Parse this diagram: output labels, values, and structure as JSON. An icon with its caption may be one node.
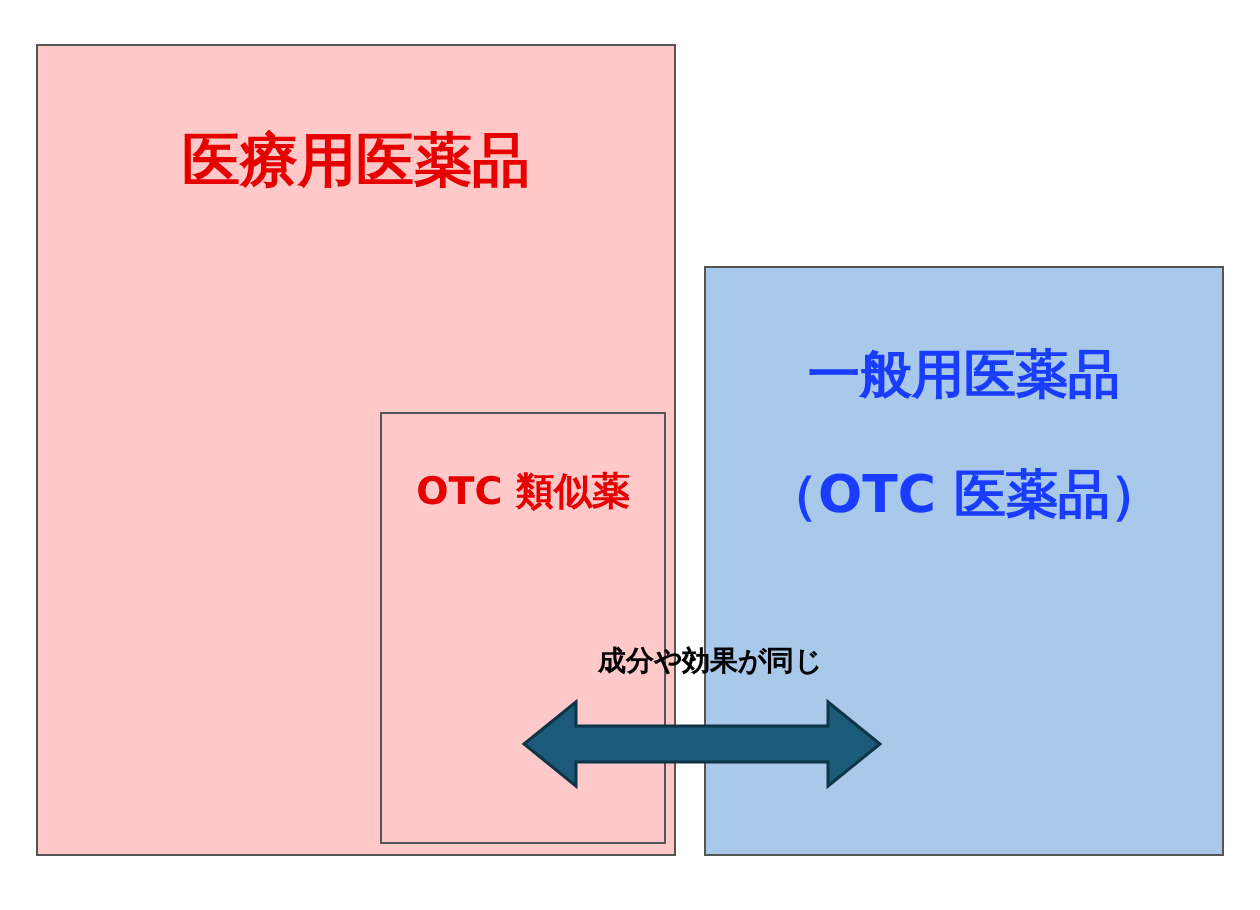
{
  "diagram": {
    "nodes": [
      {
        "text": [
          "医療用医薬品"
        ]
      },
      {
        "text": [
          "OTC 類似薬"
        ],
        "in": 0
      },
      {
        "text": [
          "一般用医薬品",
          "（OTC 医薬品）"
        ]
      }
    ],
    "edges": [
      {
        "from": 1,
        "to": 2,
        "arrow": "both",
        "label": "成分や効果が同じ"
      }
    ]
  }
}
